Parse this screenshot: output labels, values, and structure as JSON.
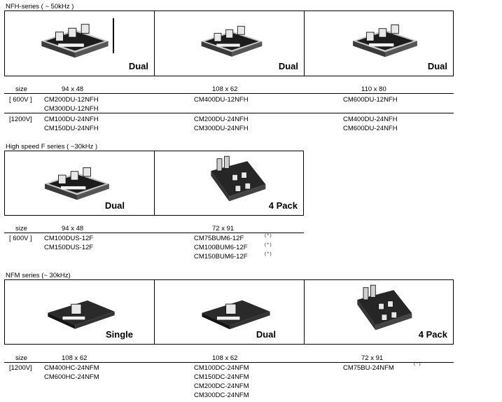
{
  "sections": [
    {
      "title": "NFH-series ( ~ 50kHz )",
      "products": [
        {
          "caption": "Dual",
          "image": "igbt-dual-module-photo"
        },
        {
          "caption": "Dual",
          "image": "igbt-dual-module-photo"
        },
        {
          "caption": "Dual",
          "image": "igbt-dual-module-photo"
        }
      ],
      "size_label": "size",
      "sizes": [
        "94 x 48",
        "108 x 62",
        "110 x 80"
      ],
      "rows": [
        {
          "voltage": "[ 600V ]",
          "columns": [
            [
              "CM200DU-12NFH",
              "CM300DU-12NFH"
            ],
            [
              "CM400DU-12NFH"
            ],
            [
              "CM600DU-12NFH"
            ]
          ]
        },
        {
          "voltage": "[1200V]",
          "columns": [
            [
              "CM100DU-24NFH",
              "CM150DU-24NFH"
            ],
            [
              "CM200DU-24NFH",
              "CM300DU-24NFH"
            ],
            [
              "CM400DU-24NFH",
              "CM600DU-24NFH"
            ]
          ]
        }
      ]
    },
    {
      "title": "High speed F series ( ~30kHz )",
      "products": [
        {
          "caption": "Dual",
          "image": "igbt-dual-module-photo"
        },
        {
          "caption": "4 Pack",
          "image": "igbt-4pack-module-photo"
        }
      ],
      "size_label": "size",
      "sizes": [
        "94 x 48",
        "72 x 91"
      ],
      "rows": [
        {
          "voltage": "[ 600V ]",
          "columns": [
            [
              "CM100DUS-12F",
              "CM150DUS-12F"
            ],
            [
              "CM75BUM6-12F",
              "CM100BUM6-12F",
              "CM150BUM6-12F"
            ]
          ]
        }
      ],
      "note_mark": "( * )"
    },
    {
      "title": "NFM series    (~ 30kHz)",
      "products": [
        {
          "caption": "Single",
          "image": "igbt-single-module-photo"
        },
        {
          "caption": "Dual",
          "image": "igbt-dual-module-photo"
        },
        {
          "caption": "4 Pack",
          "image": "igbt-4pack-module-photo"
        }
      ],
      "size_label": "size",
      "sizes": [
        "108 x 62",
        "108 x 62",
        "72 x 91"
      ],
      "rows": [
        {
          "voltage": "[1200V]",
          "columns": [
            [
              "CM400HC-24NFM",
              "CM600HC-24NFM"
            ],
            [
              "CM100DC-24NFM",
              "CM150DC-24NFM",
              "CM200DC-24NFM",
              "CM300DC-24NFM"
            ],
            [
              "CM75BU-24NFM"
            ]
          ]
        }
      ],
      "note_mark": "( * )"
    }
  ]
}
